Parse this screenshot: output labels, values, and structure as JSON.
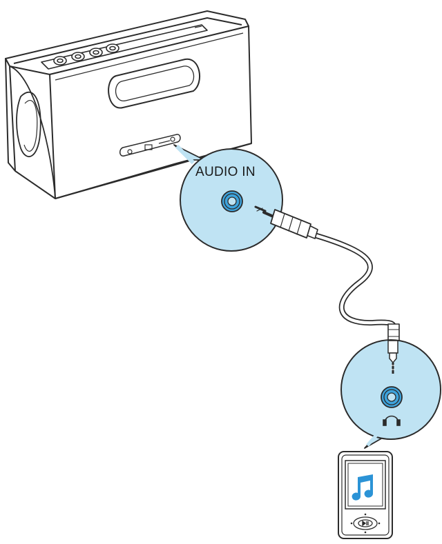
{
  "diagram": {
    "speaker_port_label": "AUDIO IN",
    "colors": {
      "outline": "#2b2b2b",
      "callout_fill": "#bfe3f3",
      "jack_fill": "#3ea3dc",
      "note_color": "#2b93d6",
      "background": "#ffffff"
    },
    "icons": [
      "speaker-device",
      "audio-in-jack",
      "aux-cable",
      "headphone-icon",
      "music-note-icon",
      "play-pause-button",
      "media-player-device"
    ]
  }
}
